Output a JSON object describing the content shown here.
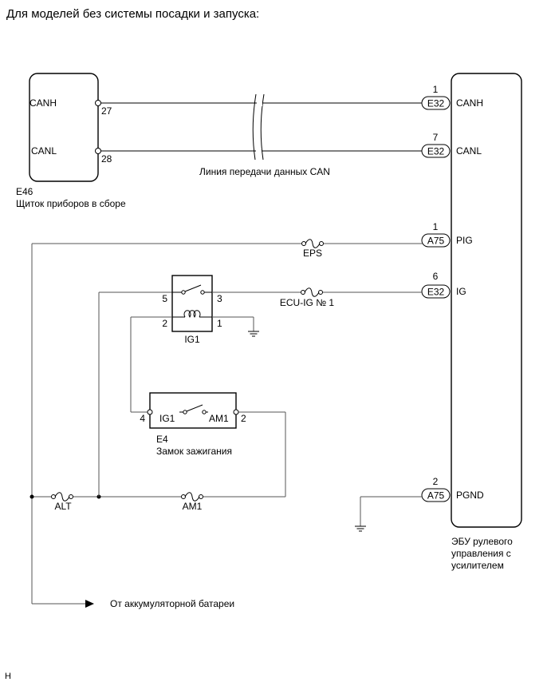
{
  "title": "Для моделей без системы посадки и запуска:",
  "footer_mark": "H",
  "meter": {
    "code": "E46",
    "name": "Щиток приборов в сборе",
    "pins": [
      {
        "label": "CANH",
        "number": "27"
      },
      {
        "label": "CANL",
        "number": "28"
      }
    ]
  },
  "can_line_label": "Линия передачи данных CAN",
  "ecu": {
    "name_lines": [
      "ЭБУ рулевого",
      "управления с",
      "усилителем"
    ],
    "terminals": [
      {
        "pin": "1",
        "connector": "E32",
        "label": "CANH"
      },
      {
        "pin": "7",
        "connector": "E32",
        "label": "CANL"
      },
      {
        "pin": "1",
        "connector": "A75",
        "label": "PIG"
      },
      {
        "pin": "6",
        "connector": "E32",
        "label": "IG"
      },
      {
        "pin": "2",
        "connector": "A75",
        "label": "PGND"
      }
    ]
  },
  "fuses": {
    "eps": "EPS",
    "ecu_ig": "ECU-IG № 1",
    "alt": "ALT",
    "am1": "AM1"
  },
  "relay": {
    "name": "IG1",
    "pins": {
      "p5": "5",
      "p3": "3",
      "p2": "2",
      "p1": "1"
    }
  },
  "ignition": {
    "code": "E4",
    "name": "Замок зажигания",
    "pin_left": "4",
    "pin_right": "2",
    "contact_left": "IG1",
    "contact_right": "AM1"
  },
  "battery_label": "От аккумуляторной батареи"
}
